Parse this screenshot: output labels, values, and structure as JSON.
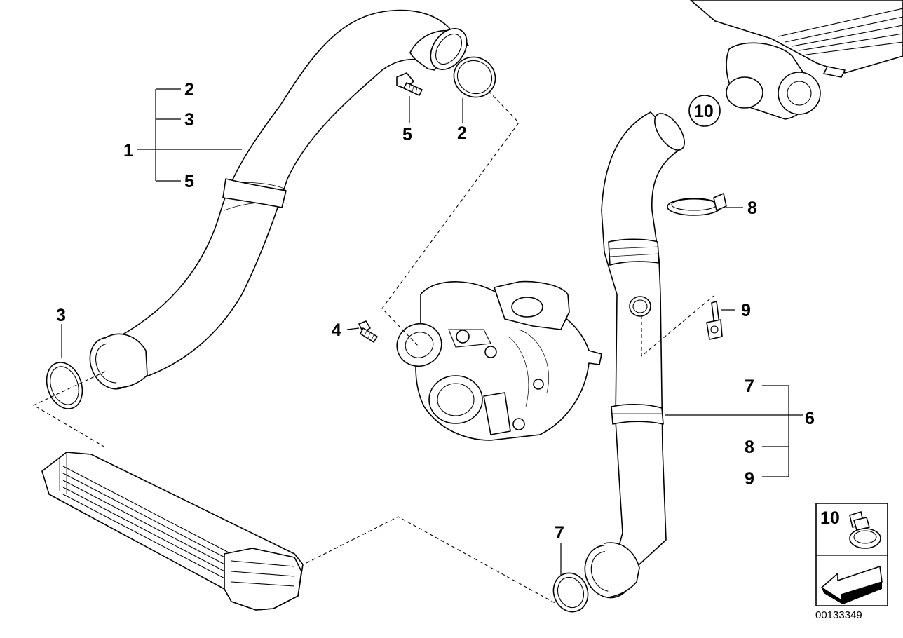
{
  "callouts": {
    "c1": "1",
    "c2a": "2",
    "c3a": "3",
    "c5a": "5",
    "c5b": "5",
    "c2b": "2",
    "c3b": "3",
    "c4": "4",
    "c10": "10",
    "c8a": "8",
    "c9a": "9",
    "c7a": "7",
    "c6": "6",
    "c8b": "8",
    "c9b": "9",
    "c7b": "7"
  },
  "inset": {
    "label": "10"
  },
  "reference_number": "00133349",
  "colors": {
    "line": "#000000",
    "background": "#ffffff"
  }
}
